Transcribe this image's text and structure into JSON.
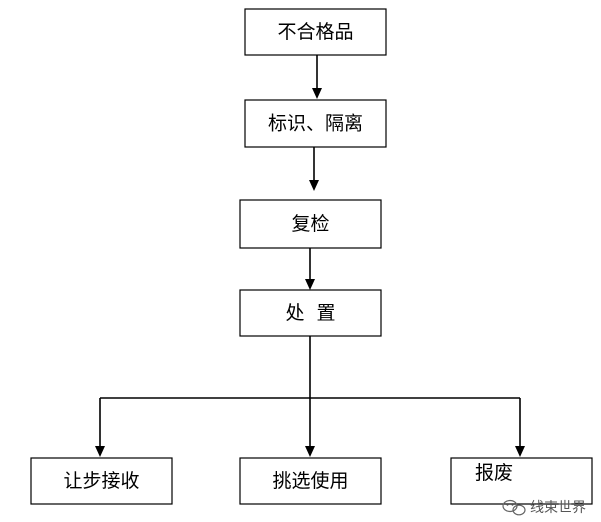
{
  "diagram": {
    "type": "flowchart",
    "nodes": [
      {
        "id": "nonconforming",
        "label": "不合格品"
      },
      {
        "id": "identify_isolate",
        "label": "标识、隔离"
      },
      {
        "id": "reinspect",
        "label": "复检"
      },
      {
        "id": "disposal",
        "label": "处  置"
      },
      {
        "id": "concession",
        "label": "让步接收"
      },
      {
        "id": "sort_use",
        "label": "挑选使用"
      },
      {
        "id": "scrap",
        "label": "报废"
      }
    ],
    "edges": [
      {
        "from": "nonconforming",
        "to": "identify_isolate"
      },
      {
        "from": "identify_isolate",
        "to": "reinspect"
      },
      {
        "from": "reinspect",
        "to": "disposal"
      },
      {
        "from": "disposal",
        "to": "concession"
      },
      {
        "from": "disposal",
        "to": "sort_use"
      },
      {
        "from": "disposal",
        "to": "scrap"
      }
    ]
  },
  "watermark": {
    "text": "线束世界",
    "icon": "wechat-icon"
  },
  "colors": {
    "stroke": "#000000",
    "background": "#ffffff"
  }
}
